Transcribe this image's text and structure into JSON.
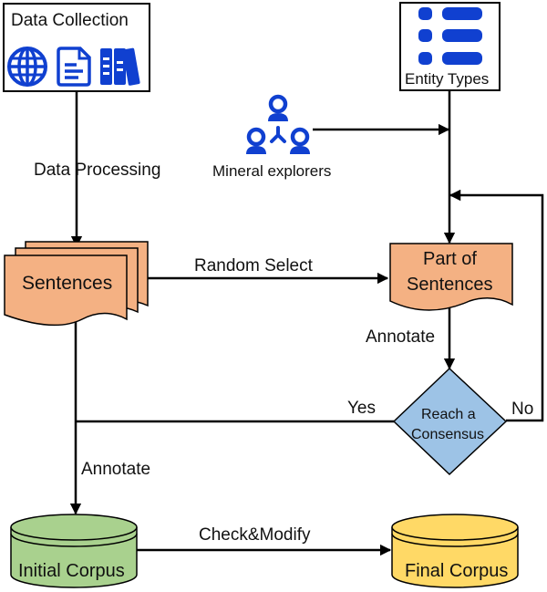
{
  "diagram": {
    "nodes": {
      "data_collection": {
        "label": "Data Collection",
        "icons": [
          "globe-icon",
          "document-icon",
          "books-icon"
        ]
      },
      "entity_types": {
        "label": "Entity Types",
        "icons": [
          "list-icon"
        ]
      },
      "mineral_explorers": {
        "label": "Mineral explorers",
        "icons": [
          "people-group-icon"
        ]
      },
      "sentences": {
        "label": "Sentences",
        "shape": "multi-document"
      },
      "part_of_sentences": {
        "label_line1": "Part of",
        "label_line2": "Sentences",
        "shape": "document"
      },
      "reach_consensus": {
        "label_line1": "Reach a",
        "label_line2": "Consensus",
        "shape": "decision"
      },
      "initial_corpus": {
        "label": "Initial Corpus",
        "shape": "database"
      },
      "final_corpus": {
        "label": "Final Corpus",
        "shape": "database"
      }
    },
    "edges": {
      "data_processing": {
        "label": "Data Processing",
        "from": "data_collection",
        "to": "sentences"
      },
      "random_select": {
        "label": "Random Select",
        "from": "sentences",
        "to": "part_of_sentences"
      },
      "annotate_part": {
        "label": "Annotate",
        "from": "part_of_sentences",
        "to": "reach_consensus"
      },
      "yes": {
        "label": "Yes",
        "from": "reach_consensus",
        "to": "initial_corpus"
      },
      "no": {
        "label": "No",
        "from": "reach_consensus",
        "to": "part_of_sentences"
      },
      "annotate_initial": {
        "label": "Annotate",
        "from": "sentences",
        "to": "initial_corpus"
      },
      "check_modify": {
        "label": "Check&Modify",
        "from": "initial_corpus",
        "to": "final_corpus"
      },
      "entity_types_in": {
        "label": "",
        "from": "entity_types",
        "to": "part_of_sentences"
      },
      "explorers_in": {
        "label": "",
        "from": "mineral_explorers",
        "to": "part_of_sentences"
      }
    },
    "colors": {
      "icon_blue": "#1040d0",
      "document_fill": "#f4b183",
      "decision_fill": "#9dc3e6",
      "initial_corpus_fill": "#a9d18e",
      "final_corpus_fill": "#ffd966",
      "line": "#000000"
    }
  }
}
